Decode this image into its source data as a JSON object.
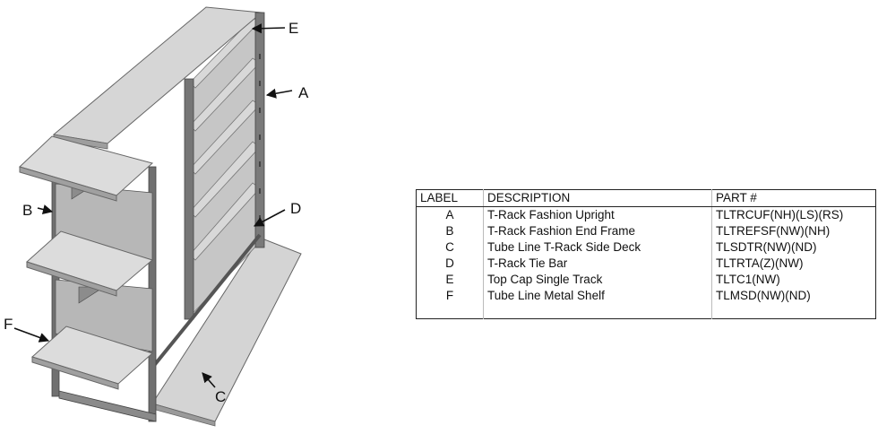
{
  "callouts": [
    "A",
    "B",
    "C",
    "D",
    "E",
    "F"
  ],
  "table": {
    "headers": {
      "label": "LABEL",
      "description": "DESCRIPTION",
      "part": "PART #"
    },
    "rows": [
      {
        "label": "A",
        "description": "T-Rack Fashion Upright",
        "part": "TLTRCUF(NH)(LS)(RS)"
      },
      {
        "label": "B",
        "description": "T-Rack Fashion End Frame",
        "part": "TLTREFSF(NW)(NH)"
      },
      {
        "label": "C",
        "description": "Tube Line T-Rack Side Deck",
        "part": "TLSDTR(NW)(ND)"
      },
      {
        "label": "D",
        "description": "T-Rack Tie Bar",
        "part": "TLTRTA(Z)(NW)"
      },
      {
        "label": "E",
        "description": "Top Cap Single Track",
        "part": "TLTC1(NW)"
      },
      {
        "label": "F",
        "description": "Tube Line Metal Shelf",
        "part": "TLMSD(NW)(ND)"
      }
    ]
  },
  "colors": {
    "steel_light": "#d2d2d2",
    "steel_mid": "#a9a9a9",
    "steel_dark": "#6e6e6e",
    "ink": "#111111"
  }
}
